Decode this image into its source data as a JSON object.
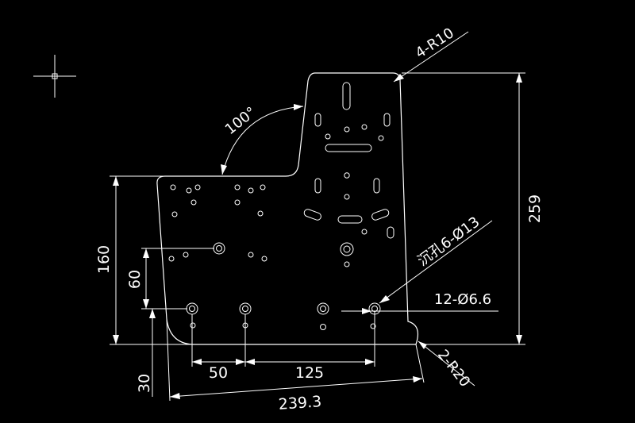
{
  "colors": {
    "background": "#000000",
    "line": "#ffffff"
  },
  "icons": {
    "cursor": "crosshair-cursor-icon"
  },
  "dimensions": {
    "radius_corners": "4-R10",
    "height_total": "259",
    "height_left": "160",
    "height_hole": "60",
    "height_bottom": "30",
    "width_50": "50",
    "width_125": "125",
    "width_total": "239.3",
    "angle": "100°",
    "hole_small": "12-Ø6.6",
    "hole_large": "沉孔6-Ø13",
    "radius_bottom": "2-R20"
  }
}
